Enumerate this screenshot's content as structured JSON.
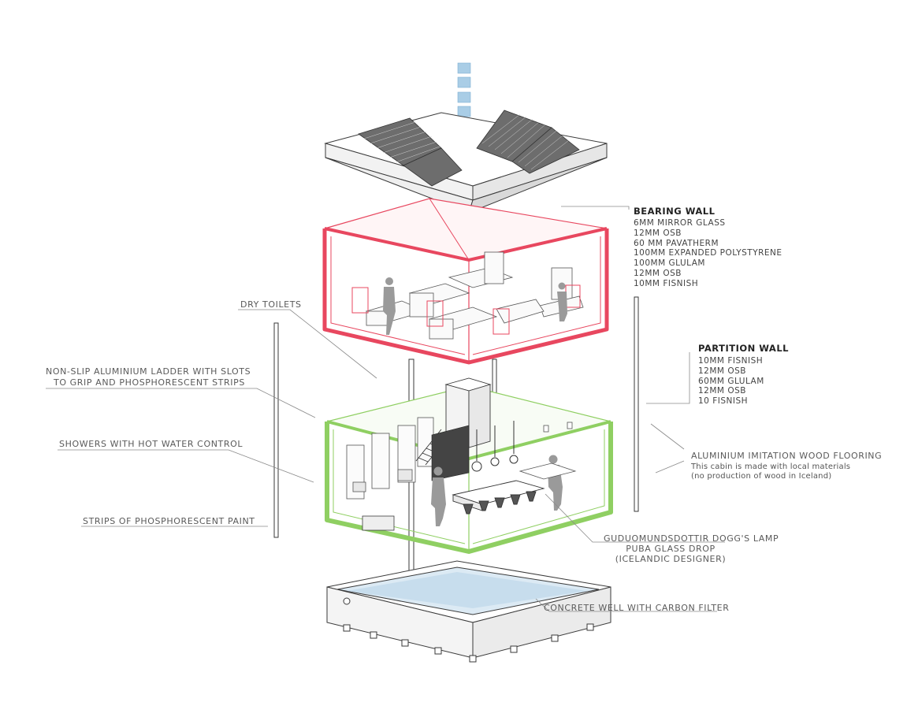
{
  "labels": {
    "dry_toilets": "DRY TOILETS",
    "ladder_line1": "NON-SLIP ALUMINIUM LADDER WITH SLOTS",
    "ladder_line2": "TO GRIP AND PHOSPHORESCENT STRIPS",
    "showers": "SHOWERS WITH HOT WATER CONTROL",
    "strips": "STRIPS OF PHOSPHORESCENT PAINT",
    "flooring": "ALUMINIUM IMITATION WOOD FLOORING",
    "flooring_note1": "This cabin is made with local materials",
    "flooring_note2": "(no production of wood in Iceland)",
    "lamp_line1": "GUDUOMUNDSDOTTIR DOGG'S LAMP",
    "lamp_line2": "PUBA GLASS DROP",
    "lamp_line3": "(ICELANDIC DESIGNER)",
    "well": "CONCRETE WELL WITH CARBON FILTER"
  },
  "bearing_wall": {
    "title": "BEARING WALL",
    "layers": [
      "6MM MIRROR GLASS",
      "12MM OSB",
      "60 MM PAVATHERM",
      "100MM EXPANDED POLYSTYRENE",
      "100MM GLULAM",
      "12MM OSB",
      "10MM FISNISH"
    ]
  },
  "partition_wall": {
    "title": "PARTITION WALL",
    "layers": [
      "10MM FISNISH",
      "12MM OSB",
      "60MM GLULAM",
      "12MM OSB",
      "10 FISNISH"
    ]
  },
  "colors": {
    "bearing_level": "#e8475f",
    "partition_level": "#8fcf62",
    "water": "#a9cde6",
    "line": "#3a3a3a",
    "label": "#5a5a5a"
  }
}
